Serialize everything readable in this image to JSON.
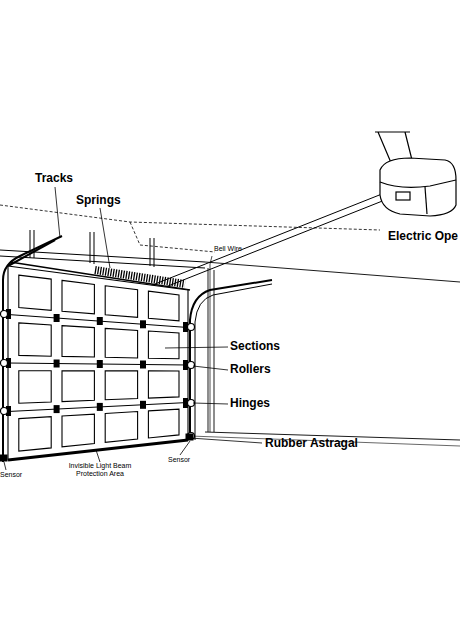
{
  "diagram": {
    "labels": [
      "Tracks",
      "Springs",
      "Electric Ope",
      "Bell Wire",
      "Sections",
      "Rollers",
      "Hinges",
      "Rubber Astragal",
      "Sensor",
      "Invisible Light Beam Protection Area",
      "Sensor"
    ]
  }
}
